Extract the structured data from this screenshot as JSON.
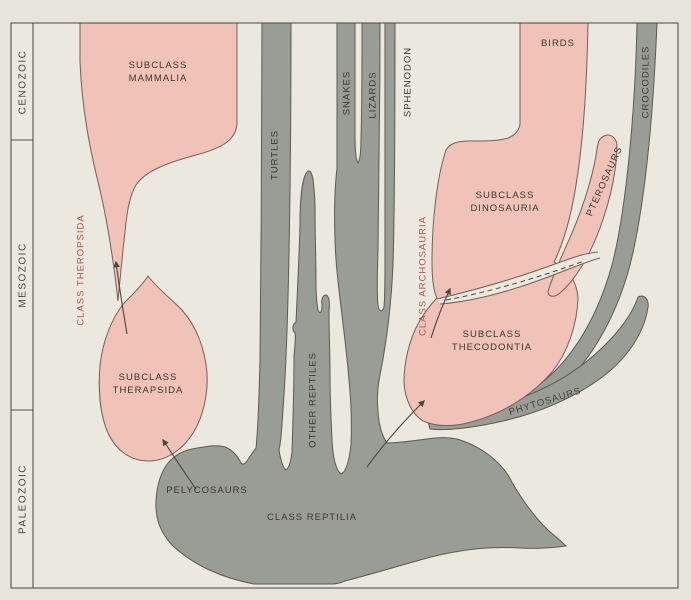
{
  "figure": {
    "kind": "evolutionary spindle diagram of reptile lineages through geologic eras"
  },
  "colors": {
    "page_background": "#e7e4db",
    "panel_background": "#ebe8df",
    "spindle_gray": "#9a9c96",
    "spindle_pink": "#f0c2b8",
    "outline": "#55534b",
    "red_label": "#b0554a",
    "dark_label": "#3a382f"
  },
  "era_axis": {
    "eras": [
      "CENOZOIC",
      "MESOZOIC",
      "PALEOZOIC"
    ]
  },
  "labels": {
    "mammalia_line1": "SUBCLASS",
    "mammalia_line2": "MAMMALIA",
    "theropsida": "CLASS THEROPSIDA",
    "therapsida_line1": "SUBCLASS",
    "therapsida_line2": "THERAPSIDA",
    "pelycosaurs": "PELYCOSAURS",
    "reptilia": "CLASS REPTILIA",
    "turtles": "TURTLES",
    "other_reptiles": "OTHER REPTILES",
    "snakes": "SNAKES",
    "lizards": "LIZARDS",
    "sphenodon": "SPHENODON",
    "birds": "BIRDS",
    "crocodiles": "CROCODILES",
    "pterosaurs": "PTEROSAURS",
    "dinosauria_line1": "SUBCLASS",
    "dinosauria_line2": "DINOSAURIA",
    "thecodontia_line1": "SUBCLASS",
    "thecodontia_line2": "THECODONTIA",
    "archosauria": "CLASS ARCHOSAURIA",
    "phytosaurs": "PHYTOSAURS"
  }
}
